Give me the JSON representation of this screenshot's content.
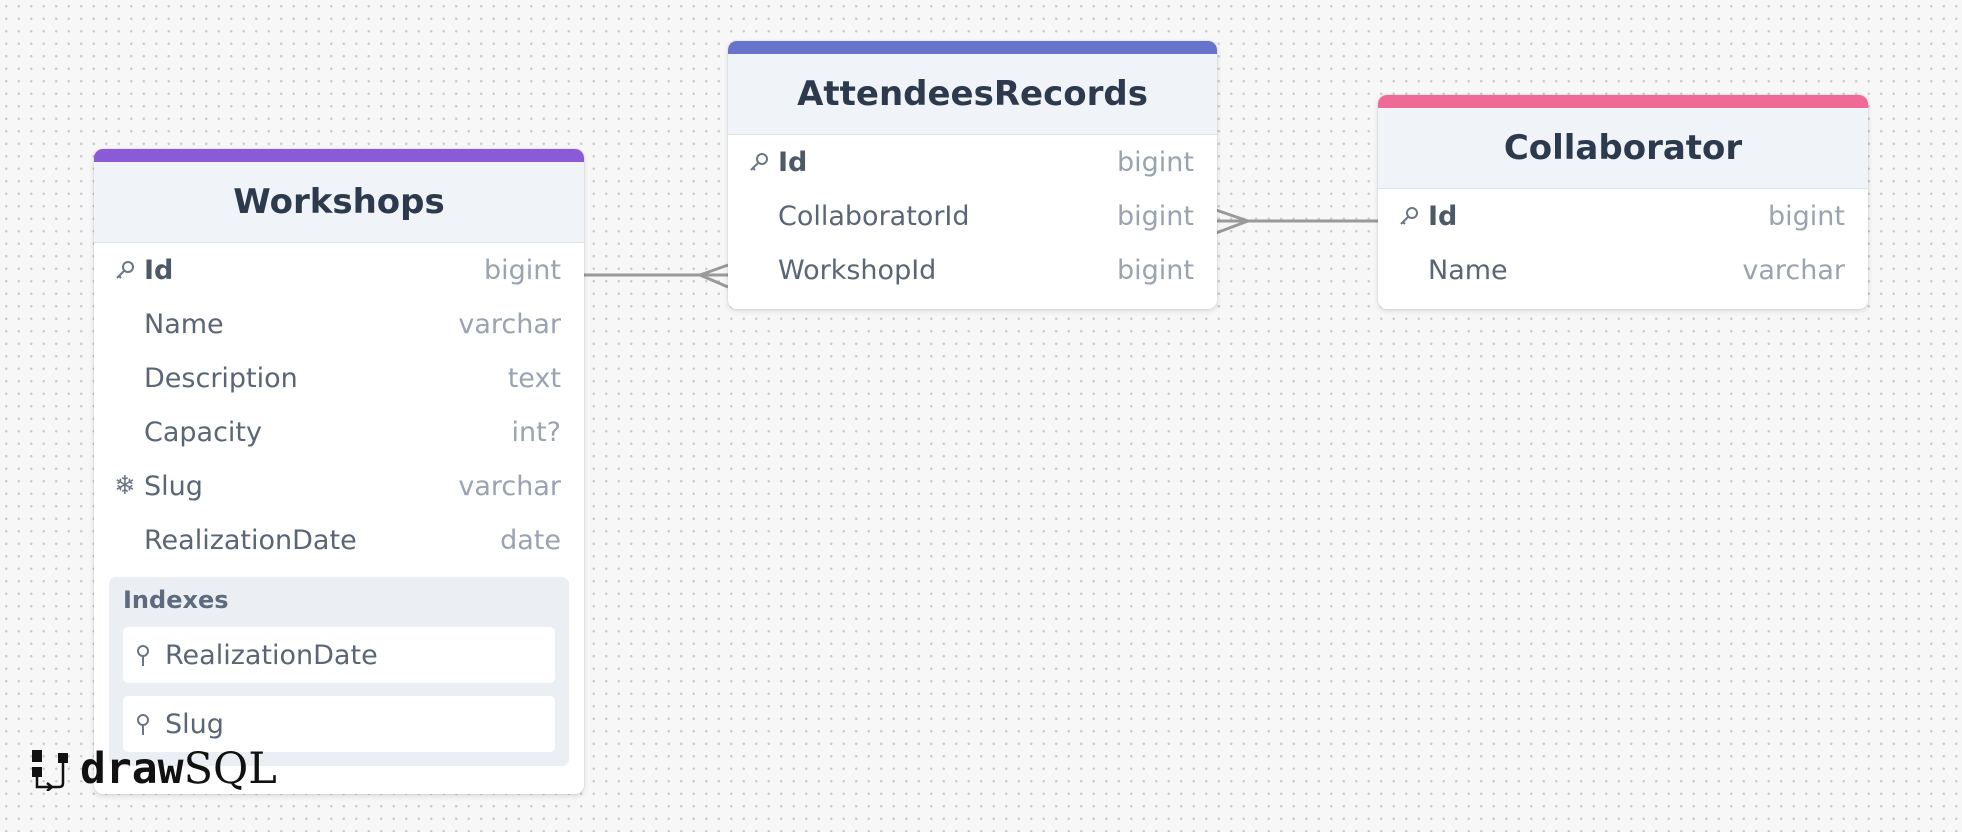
{
  "tables": {
    "workshops": {
      "title": "Workshops",
      "color": "#8b5ad9",
      "fields": [
        {
          "name": "Id",
          "type": "bigint",
          "pk": true
        },
        {
          "name": "Name",
          "type": "varchar"
        },
        {
          "name": "Description",
          "type": "text"
        },
        {
          "name": "Capacity",
          "type": "int?"
        },
        {
          "name": "Slug",
          "type": "varchar",
          "unique": true
        },
        {
          "name": "RealizationDate",
          "type": "date"
        }
      ],
      "indexes_label": "Indexes",
      "indexes": [
        "RealizationDate",
        "Slug"
      ]
    },
    "attendees": {
      "title": "AttendeesRecords",
      "color": "#6674cc",
      "fields": [
        {
          "name": "Id",
          "type": "bigint",
          "pk": true
        },
        {
          "name": "CollaboratorId",
          "type": "bigint"
        },
        {
          "name": "WorkshopId",
          "type": "bigint"
        }
      ]
    },
    "collaborator": {
      "title": "Collaborator",
      "color": "#ef6a96",
      "fields": [
        {
          "name": "Id",
          "type": "bigint",
          "pk": true
        },
        {
          "name": "Name",
          "type": "varchar"
        }
      ]
    }
  },
  "relations": [
    {
      "from": "Workshops.Id",
      "to": "AttendeesRecords.WorkshopId",
      "cardinality": "one-to-many"
    },
    {
      "from": "Collaborator.Id",
      "to": "AttendeesRecords.CollaboratorId",
      "cardinality": "one-to-many"
    }
  ],
  "logo": {
    "part1": "draw",
    "part2": "SQL"
  }
}
